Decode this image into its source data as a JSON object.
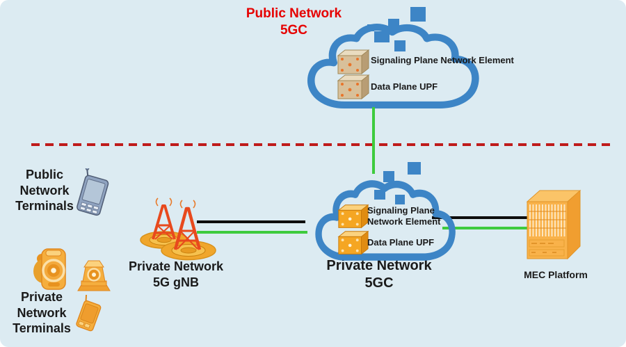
{
  "colors": {
    "background": "#dcebf2",
    "cloud_blue": "#3d85c6",
    "title_red": "#e60000",
    "separator_red": "#bf1b1b",
    "link_black": "#0d0d0d",
    "link_green": "#3ecb3e",
    "public_box_tan": "#d8c09a",
    "private_orange": "#f5a623"
  },
  "public_cloud": {
    "title_line1": "Public Network",
    "title_line2": "5GC",
    "element1": "Signaling Plane Network Element",
    "element2": "Data Plane UPF"
  },
  "private_cloud": {
    "title_line1": "Private Network",
    "title_line2": "5GC",
    "element1_line1": "Signaling Plane",
    "element1_line2": "Network Element",
    "element2": "Data Plane UPF"
  },
  "public_terminals": {
    "line1": "Public",
    "line2": "Network",
    "line3": "Terminals"
  },
  "private_terminals": {
    "line1": "Private",
    "line2": "Network",
    "line3": "Terminals"
  },
  "gnb": {
    "line1": "Private Network",
    "line2": "5G gNB"
  },
  "mec": {
    "label": "MEC Platform"
  },
  "icons": {
    "clouds": "cloud-icon",
    "cloud_decoration": "pixel-squares-decoration",
    "network_element_box": "network-element-box-icon",
    "upf_box": "upf-box-icon",
    "public_terminal": "pda-phone-icon",
    "private_terminal_camera": "camera-icon",
    "private_terminal_phone": "pda-phone-icon",
    "gnb_tower": "radio-tower-icon",
    "mec_chassis": "server-chassis-icon"
  },
  "links": [
    {
      "from": "public-5gc",
      "to": "private-5gc",
      "color": "green",
      "orientation": "vertical"
    },
    {
      "from": "gnb",
      "to": "private-5gc",
      "color": "black"
    },
    {
      "from": "gnb",
      "to": "private-5gc",
      "color": "green"
    },
    {
      "from": "private-5gc",
      "to": "mec-platform",
      "color": "black"
    },
    {
      "from": "private-5gc",
      "to": "mec-platform",
      "color": "green"
    }
  ]
}
